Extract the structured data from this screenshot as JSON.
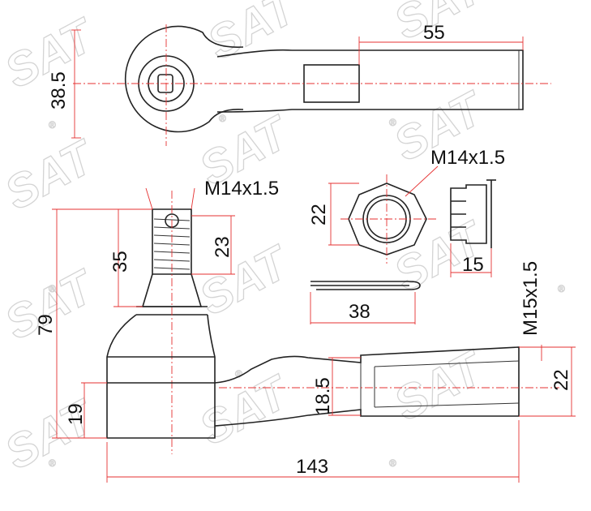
{
  "watermark": {
    "text": "SAT",
    "mark": "®"
  },
  "dimensions": {
    "eye_width": "38.5",
    "shank_length": "55",
    "stud_thread": "M14x1.5",
    "stud_length": "35",
    "thread_length": "23",
    "overall_height": "79",
    "body_height": "19",
    "overall_length": "143",
    "neck_dia": "18.5",
    "socket_dia": "22",
    "socket_thread": "M15x1.5",
    "nut_thread": "M14x1.5",
    "nut_across_flats": "22",
    "nut_height": "15",
    "pin_length": "38"
  },
  "colors": {
    "line": "#222222",
    "dimension_line": "#e53030",
    "watermark": "#d4d4d4"
  }
}
